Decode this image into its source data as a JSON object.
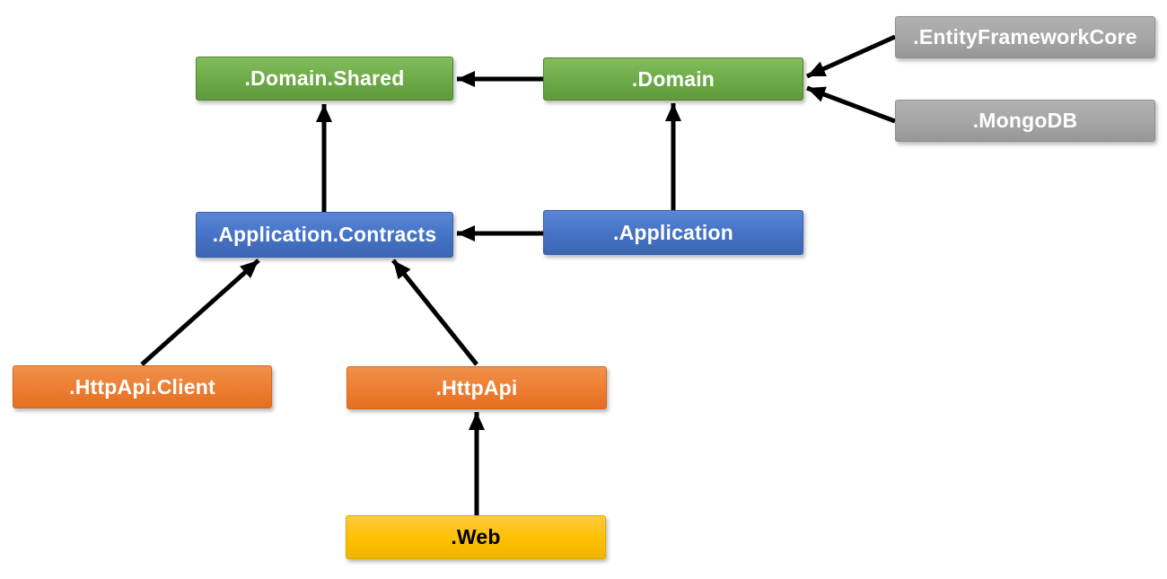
{
  "nodes": {
    "domain_shared": {
      "label": ".Domain.Shared",
      "color": "#70AD47",
      "text_color": "#FFFFFF"
    },
    "domain": {
      "label": ".Domain",
      "color": "#70AD47",
      "text_color": "#FFFFFF"
    },
    "entity_framework_core": {
      "label": ".EntityFrameworkCore",
      "color": "#A5A5A5",
      "text_color": "#FFFFFF"
    },
    "mongodb": {
      "label": ".MongoDB",
      "color": "#A5A5A5",
      "text_color": "#FFFFFF"
    },
    "application_contracts": {
      "label": ".Application.Contracts",
      "color": "#4472C4",
      "text_color": "#FFFFFF"
    },
    "application": {
      "label": ".Application",
      "color": "#4472C4",
      "text_color": "#FFFFFF"
    },
    "httpapi_client": {
      "label": ".HttpApi.Client",
      "color": "#ED7D31",
      "text_color": "#FFFFFF"
    },
    "httpapi": {
      "label": ".HttpApi",
      "color": "#ED7D31",
      "text_color": "#FFFFFF"
    },
    "web": {
      "label": ".Web",
      "color": "#FFC000",
      "text_color": "#000000"
    }
  },
  "edges": [
    {
      "from": "domain",
      "to": "domain_shared"
    },
    {
      "from": "entity_framework_core",
      "to": "domain"
    },
    {
      "from": "mongodb",
      "to": "domain"
    },
    {
      "from": "application_contracts",
      "to": "domain_shared"
    },
    {
      "from": "application",
      "to": "domain"
    },
    {
      "from": "application",
      "to": "application_contracts"
    },
    {
      "from": "httpapi_client",
      "to": "application_contracts"
    },
    {
      "from": "httpapi",
      "to": "application_contracts"
    },
    {
      "from": "web",
      "to": "httpapi"
    }
  ],
  "colors": {
    "green": "#70AD47",
    "blue": "#4472C4",
    "orange": "#ED7D31",
    "gray": "#A5A5A5",
    "yellow": "#FFC000",
    "arrow": "#000000",
    "background": "#FFFFFF"
  }
}
